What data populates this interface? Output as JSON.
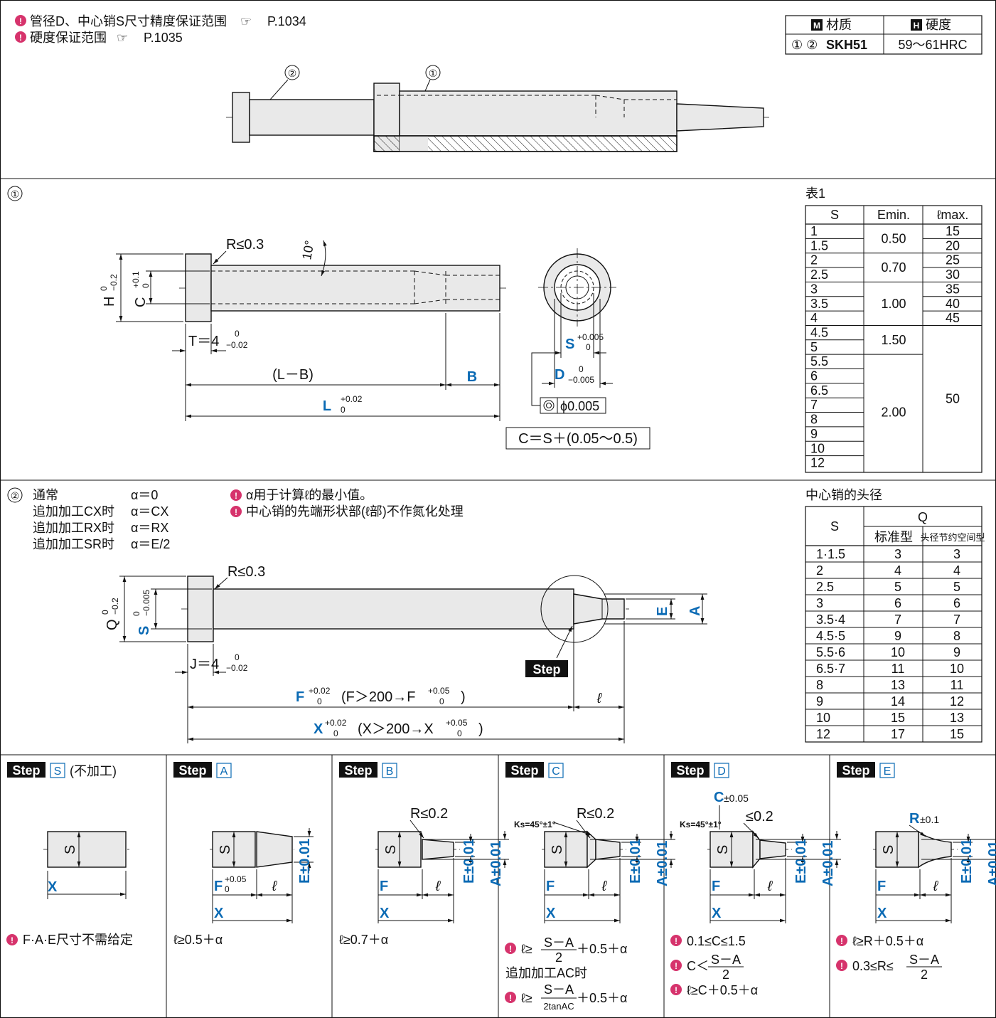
{
  "notes_top": [
    "管径D、中心销S尺寸精度保证范围",
    "硬度保证范围"
  ],
  "page_refs": [
    "P.1034",
    "P.1035"
  ],
  "material_table": {
    "header_material": "材质",
    "header_hardness": "硬度",
    "header_m_icon": "M",
    "header_h_icon": "H",
    "row_parts": "① ②",
    "row_material": "SKH51",
    "row_hardness": "59～61HRC"
  },
  "assembly_labels": {
    "part2": "②",
    "part1": "①"
  },
  "section1": {
    "label": "①",
    "r_label": "R≤0.3",
    "angle": "10°",
    "h_label": "H",
    "h_tol": [
      "0",
      "−0.2"
    ],
    "c_label": "C",
    "c_tol": [
      "+0.1",
      "0"
    ],
    "t_label": "T＝4",
    "t_tol": [
      "0",
      "−0.02"
    ],
    "lb_label": "(L－B)",
    "b_label": "B",
    "l_label": "L",
    "l_tol": [
      "+0.02",
      "0"
    ],
    "s_label": "S",
    "s_tol": [
      "+0.005",
      "0"
    ],
    "d_label": "D",
    "d_tol": [
      "0",
      "−0.005"
    ],
    "concentric": "ϕ0.005",
    "c_formula": "C＝S＋(0.05～0.5)"
  },
  "table1": {
    "title": "表1",
    "headers": [
      "S",
      "Emin.",
      "ℓmax."
    ],
    "s_values": [
      "1",
      "1.5",
      "2",
      "2.5",
      "3",
      "3.5",
      "4",
      "4.5",
      "5",
      "5.5",
      "6",
      "6.5",
      "7",
      "8",
      "9",
      "10",
      "12"
    ],
    "emin_groups": [
      {
        "value": "0.50",
        "rows": 2
      },
      {
        "value": "0.70",
        "rows": 2
      },
      {
        "value": "1.00",
        "rows": 3
      },
      {
        "value": "1.50",
        "rows": 2
      },
      {
        "value": "2.00",
        "rows": 8
      }
    ],
    "lmax_values": [
      "15",
      "20",
      "25",
      "30",
      "35",
      "40",
      "45"
    ],
    "lmax_merged": "50"
  },
  "section2": {
    "label": "②",
    "cases": [
      {
        "name": "通常",
        "alpha": "α＝0"
      },
      {
        "name": "追加加工CX时",
        "alpha": "α＝CX"
      },
      {
        "name": "追加加工RX时",
        "alpha": "α＝RX"
      },
      {
        "name": "追加加工SR时",
        "alpha": "α＝E/2"
      }
    ],
    "notes": [
      "α用于计算ℓ的最小值。",
      "中心销的先端形状部(ℓ部)不作氮化处理"
    ],
    "r_label": "R≤0.3",
    "q_label": "Q",
    "q_tol": [
      "0",
      "−0.2"
    ],
    "s_label": "S",
    "s_tol": [
      "0",
      "−0.005"
    ],
    "e_label": "E",
    "a_label": "A",
    "step_tag": "Step",
    "j_label": "J＝4",
    "j_tol": [
      "0",
      "−0.02"
    ],
    "f_label": "F",
    "f_tol": [
      "+0.02",
      "0"
    ],
    "f_cond": "(F＞200→F",
    "f_tol2": [
      "+0.05",
      "0"
    ],
    "l_sym": "ℓ",
    "x_label": "X",
    "x_tol": [
      "+0.02",
      "0"
    ],
    "x_cond": "(X＞200→X",
    "x_tol2": [
      "+0.05",
      "0"
    ],
    "close_paren": ")"
  },
  "head_table": {
    "title": "中心销的头径",
    "header_s": "S",
    "header_q": "Q",
    "sub_std": "标准型",
    "sub_save": "头径节约空间型",
    "rows": [
      [
        "1·1.5",
        "3",
        "3"
      ],
      [
        "2",
        "4",
        "4"
      ],
      [
        "2.5",
        "5",
        "5"
      ],
      [
        "3",
        "6",
        "6"
      ],
      [
        "3.5·4",
        "7",
        "7"
      ],
      [
        "4.5·5",
        "9",
        "8"
      ],
      [
        "5.5·6",
        "10",
        "9"
      ],
      [
        "6.5·7",
        "11",
        "10"
      ],
      [
        "8",
        "13",
        "11"
      ],
      [
        "9",
        "14",
        "12"
      ],
      [
        "10",
        "15",
        "13"
      ],
      [
        "12",
        "17",
        "15"
      ]
    ]
  },
  "steps": [
    {
      "tag": "Step",
      "code": "S",
      "suffix": "(不加工)",
      "notes": [
        "F·A·E尺寸不需给定"
      ]
    },
    {
      "tag": "Step",
      "code": "A",
      "suffix": "",
      "notes": [
        "ℓ≥0.5＋α"
      ]
    },
    {
      "tag": "Step",
      "code": "B",
      "suffix": "",
      "r": "R≤0.2",
      "notes": [
        "ℓ≥0.7＋α"
      ]
    },
    {
      "tag": "Step",
      "code": "C",
      "suffix": "",
      "r": "R≤0.2",
      "ks": "Ks=45°±1°",
      "notes": [
        "ℓ≥",
        "＋0.5＋α",
        "追加加工AC时",
        "ℓ≥",
        "＋0.5＋α"
      ],
      "frac1": [
        "S－A",
        "2"
      ],
      "frac2": [
        "S－A",
        "2tanAC"
      ]
    },
    {
      "tag": "Step",
      "code": "D",
      "suffix": "",
      "c": "C±0.05",
      "r": "≤0.2",
      "ks": "Ks=45°±1°",
      "notes": [
        "0.1≤C≤1.5",
        "C＜",
        "ℓ≥C＋0.5＋α"
      ],
      "frac": [
        "S－A",
        "2"
      ]
    },
    {
      "tag": "Step",
      "code": "E",
      "suffix": "",
      "r": "R±0.1",
      "notes": [
        "ℓ≥R＋0.5＋α",
        "0.3≤R≤"
      ],
      "frac": [
        "S－A",
        "2"
      ]
    }
  ],
  "step_dims": {
    "s": "S",
    "f": "F",
    "f_tol": "+0.05",
    "f_tol0": "0",
    "x": "X",
    "l": "ℓ",
    "e": "E±0.01",
    "a": "A±0.01"
  }
}
